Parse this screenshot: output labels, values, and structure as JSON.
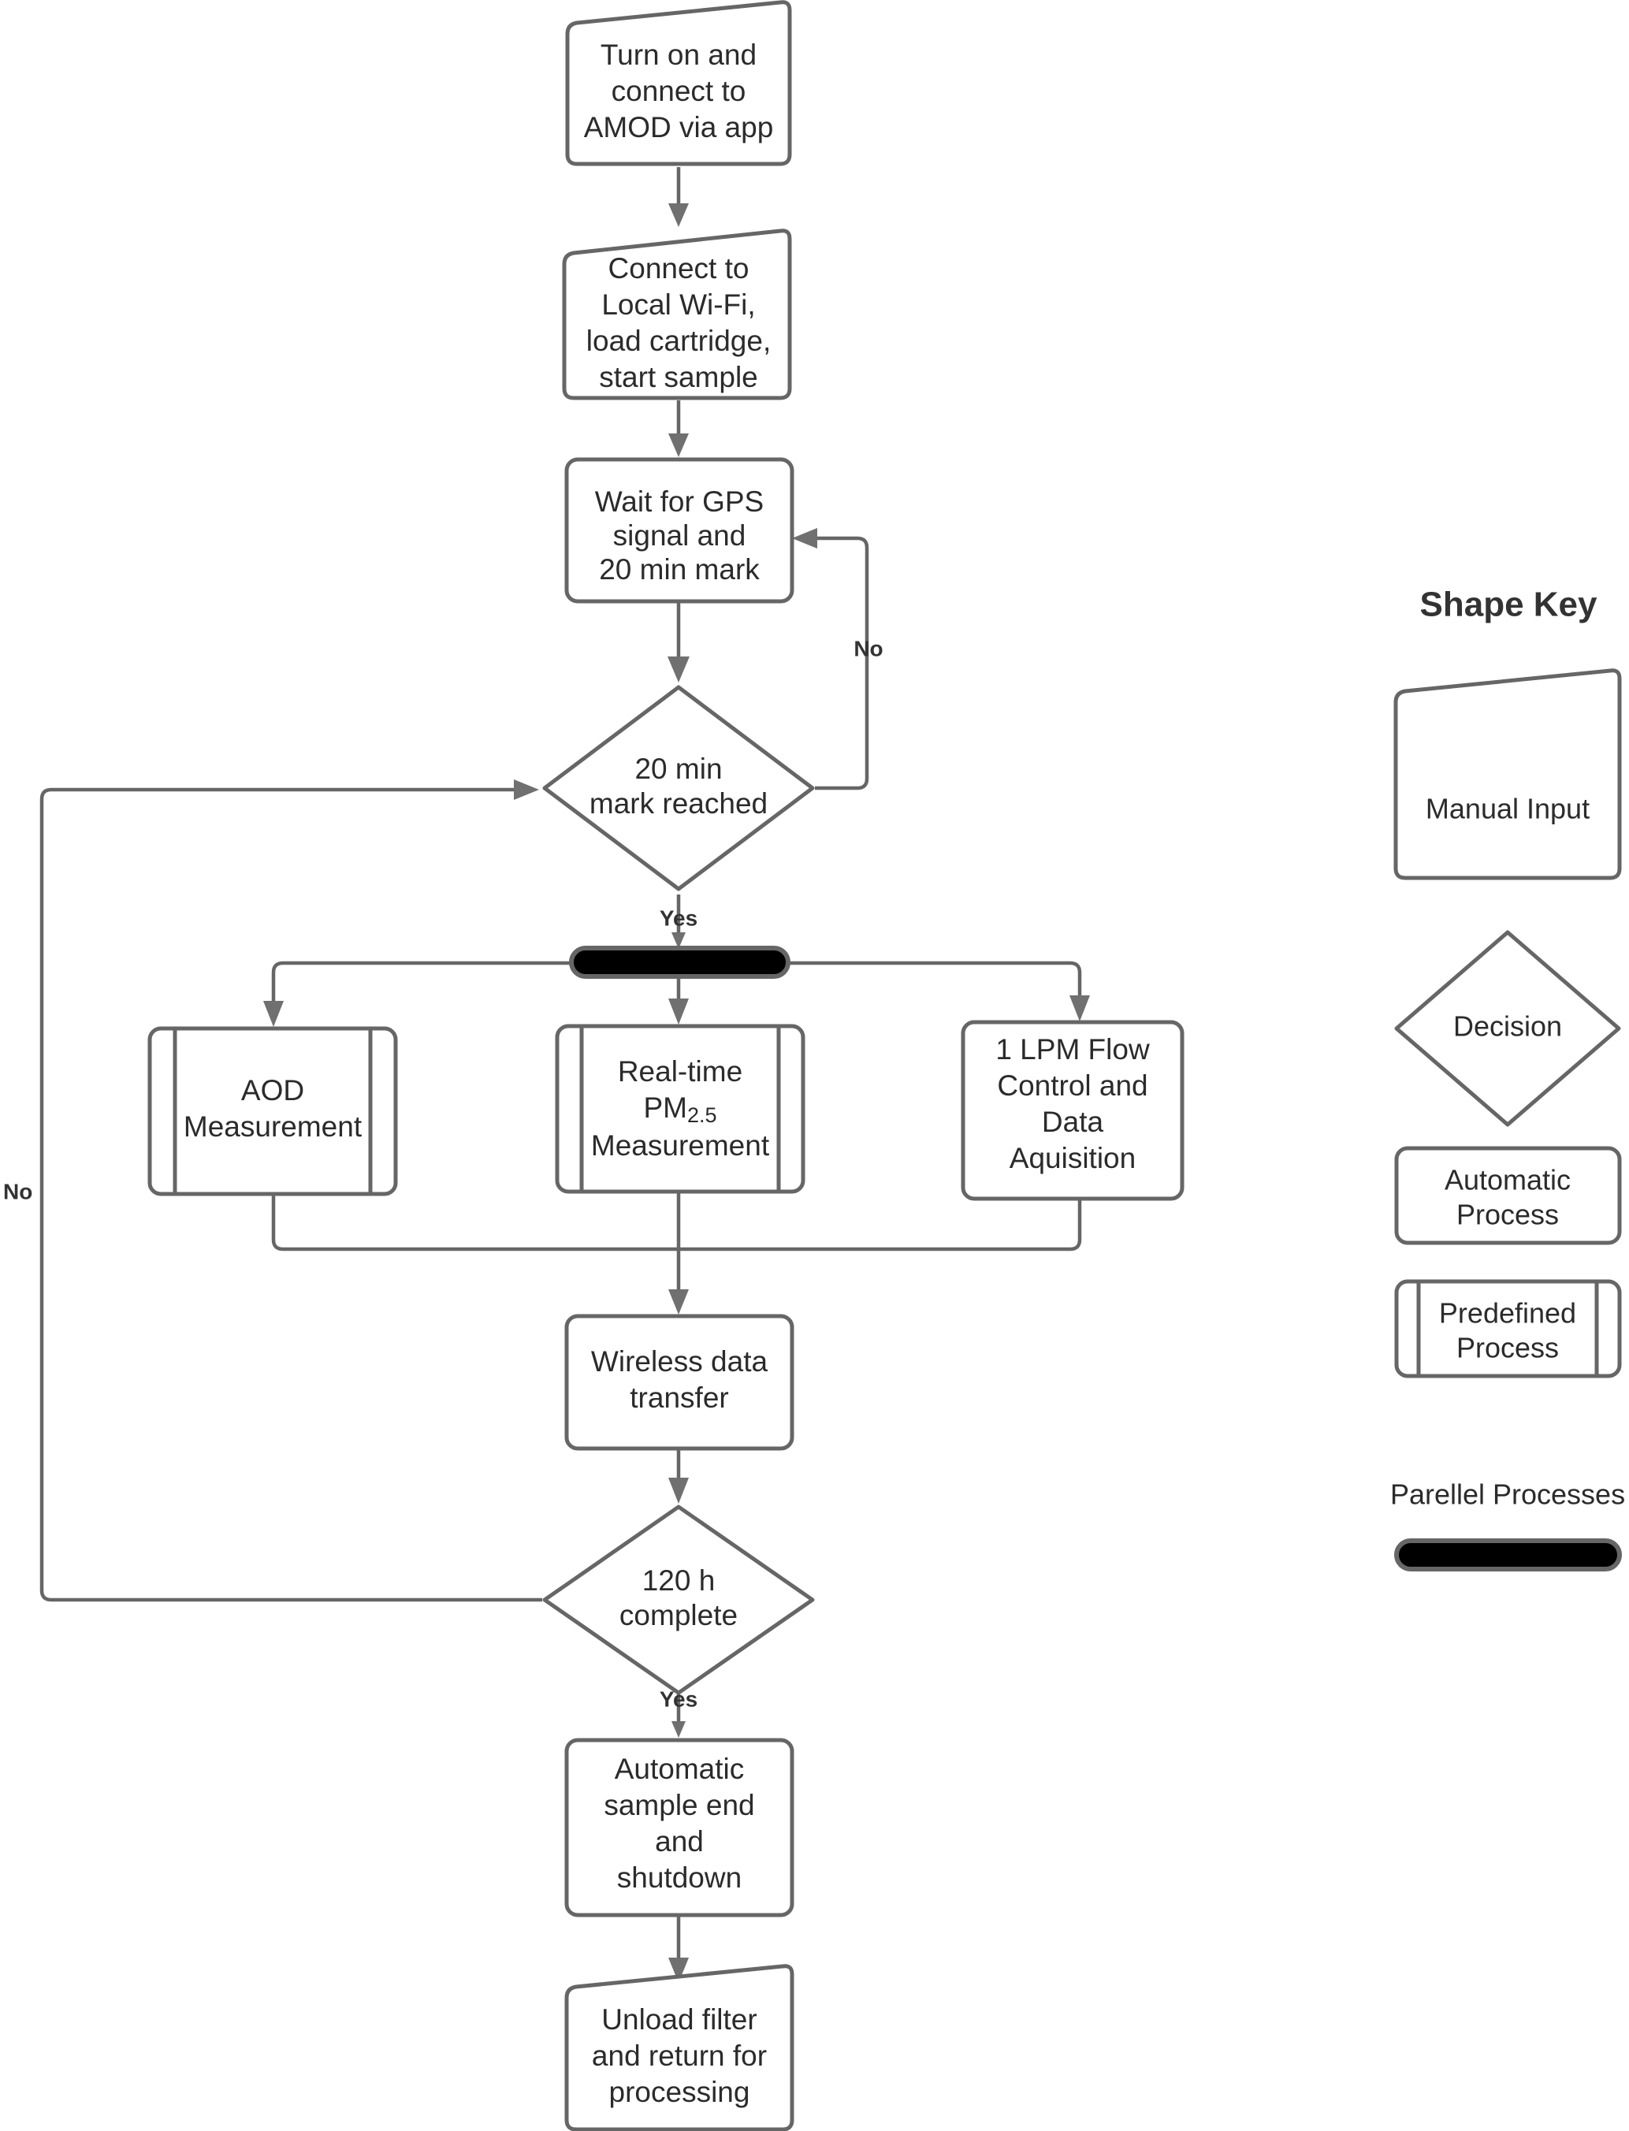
{
  "diagram": {
    "title_key": "Shape Key",
    "nodes": {
      "turn_on": {
        "lines": [
          "Turn on and",
          "connect to",
          "AMOD via app"
        ],
        "shape": "manual-input"
      },
      "connect_wifi": {
        "lines": [
          "Connect to",
          "Local Wi-Fi,",
          "load cartridge,",
          "start sample"
        ],
        "shape": "manual-input"
      },
      "wait_gps": {
        "lines": [
          "Wait for GPS",
          "signal and",
          "20 min mark"
        ],
        "shape": "automatic-process"
      },
      "decision_20min": {
        "lines": [
          "20 min",
          "mark reached"
        ],
        "shape": "decision"
      },
      "parallel_bar": {
        "lines": [],
        "shape": "parallel-processes"
      },
      "aod": {
        "lines": [
          "AOD",
          "Measurement"
        ],
        "shape": "predefined-process"
      },
      "pm25": {
        "lines": [
          "Real-time",
          "PM",
          "Measurement"
        ],
        "subscript": "2.5",
        "shape": "predefined-process"
      },
      "flow_control": {
        "lines": [
          "1 LPM Flow",
          "Control and",
          "Data",
          "Aquisition"
        ],
        "shape": "automatic-process"
      },
      "wireless": {
        "lines": [
          "Wireless data",
          "transfer"
        ],
        "shape": "automatic-process"
      },
      "decision_120h": {
        "lines": [
          "120 h",
          "complete"
        ],
        "shape": "decision"
      },
      "auto_end": {
        "lines": [
          "Automatic",
          "sample end",
          "and",
          "shutdown"
        ],
        "shape": "automatic-process"
      },
      "unload": {
        "lines": [
          "Unload filter",
          "and return for",
          "processing"
        ],
        "shape": "manual-input"
      }
    },
    "edge_labels": {
      "gps_no": "No",
      "min20_yes": "Yes",
      "h120_no": "No",
      "h120_yes": "Yes"
    },
    "legend": {
      "title": "Shape Key",
      "items": [
        {
          "label": "Manual Input",
          "shape": "manual-input"
        },
        {
          "label": "Decision",
          "shape": "decision"
        },
        {
          "lines": [
            "Automatic",
            "Process"
          ],
          "label": "Automatic Process",
          "shape": "automatic-process"
        },
        {
          "lines": [
            "Predefined",
            "Process"
          ],
          "label": "Predefined Process",
          "shape": "predefined-process"
        },
        {
          "label": "Parellel Processes",
          "shape": "parallel-processes"
        }
      ]
    },
    "colors": {
      "stroke": "#666666",
      "text": "#2b2b2b",
      "bar_fill": "#000000",
      "background": "#ffffff"
    }
  }
}
